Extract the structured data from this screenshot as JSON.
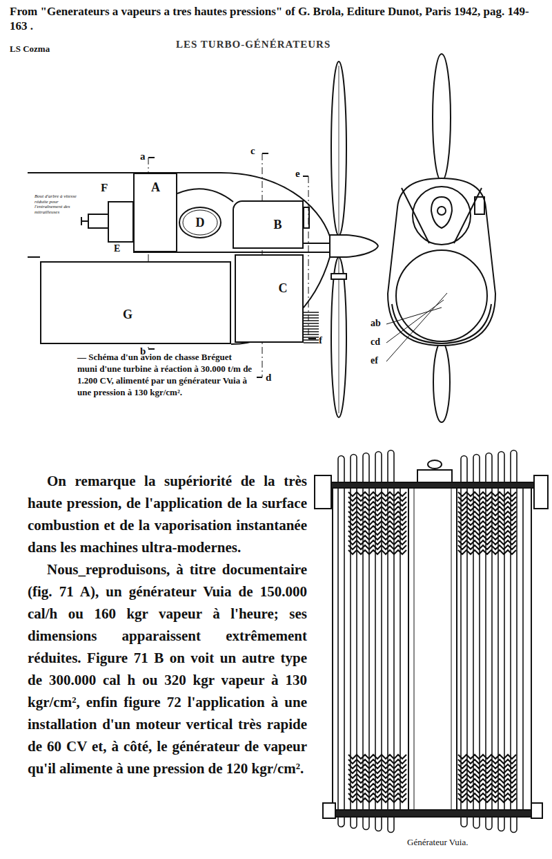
{
  "diagram": {
    "title": "From \"Generateurs a vapeurs a tres hautes pressions\" of G. Brola, Editure Dunot, Paris 1942, pag. 149-163 .",
    "caption": "— Schéma d'un avion de chasse Bréguet muni d'une turbine à réaction à 30.000 t/m de 1.200 CV, alimenté par un générateur Vuia à une pression à 130 kgr/cm².",
    "nodes": [
      {
        "text": [
          "A"
        ]
      },
      {
        "text": [
          "B"
        ]
      },
      {
        "text": [
          "D"
        ]
      },
      {
        "text": [
          "C"
        ]
      },
      {
        "text": [
          "G"
        ]
      }
    ],
    "labels": [
      "LS Cozma",
      "LES TURBO-GÉNÉRATEURS",
      "Bout d'arbre à vitesse réduite pour l'entraînement des mitrailleuses",
      "F",
      "E",
      "a",
      "b",
      "c",
      "d",
      "e",
      "f",
      "ab",
      "cd",
      "ef",
      "On remarque la supériorité de la très haute pression, de l'application de la surface combustion et de la vaporisation instantanée dans les machines ultra-modernes.",
      "Nous_reproduisons, à titre documentaire (fig. 71 A), un générateur Vuia de 150.000 cal/h ou 160 kgr vapeur à l'heure; ses dimensions apparaissent extrêmement réduites. Figure 71 B on voit un autre type de 300.000 cal h ou 320 kgr vapeur à 130 kgr/cm², enfin figure 72 l'application à une installation d'un moteur vertical très rapide de 60 CV et, à côté, le générateur de vapeur qu'il alimente à une pression de 120 kgr/cm².",
      "Générateur Vuia."
    ]
  }
}
